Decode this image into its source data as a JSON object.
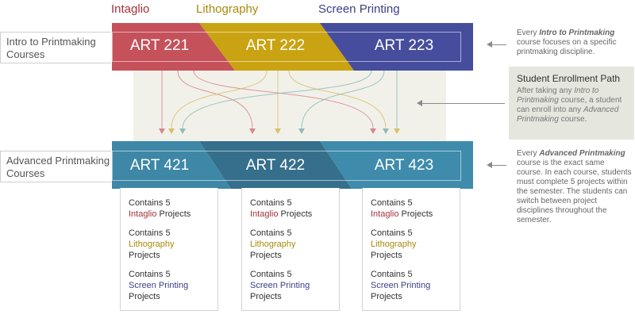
{
  "disciplines": {
    "intaglio": "Intaglio",
    "lithography": "Lithography",
    "screen_printing": "Screen Printing"
  },
  "row_labels": {
    "intro": "Intro to Printmaking Courses",
    "advanced": "Advanced Printmaking Courses"
  },
  "intro_courses": [
    "ART 221",
    "ART 222",
    "ART 223"
  ],
  "advanced_courses": [
    "ART 421",
    "ART 422",
    "ART 423"
  ],
  "project_box": {
    "contains": "Contains 5",
    "intaglio": "Intaglio",
    "intaglio_suffix": " Projects",
    "lithography": "Lithography",
    "screen_printing": "Screen Printing",
    "projects": "Projects"
  },
  "notes": {
    "top_pre": "Every ",
    "top_em": "Intro to Printmaking",
    "top_post": " course focuses on a specific printmaking discipline.",
    "callout_title": "Student Enrollment Path",
    "callout_pre": "After taking any ",
    "callout_em1": "Intro to Printmaking",
    "callout_mid": " course, a student can enroll into any ",
    "callout_em2": "Advanced Printmaking",
    "callout_post": " course.",
    "bottom_pre": "Every ",
    "bottom_em": "Advanced Printmaking",
    "bottom_post": " course is the exact same course. In each course, students must complete 5 projects within the semester. The students can switch between project disciplines throughout the semester."
  },
  "colors": {
    "intaglio": "#c5515b",
    "lithography": "#c9a312",
    "screen_printing": "#454d9c",
    "advanced_band": "#3e87a6",
    "advanced_band_dark": "#346f8c"
  }
}
